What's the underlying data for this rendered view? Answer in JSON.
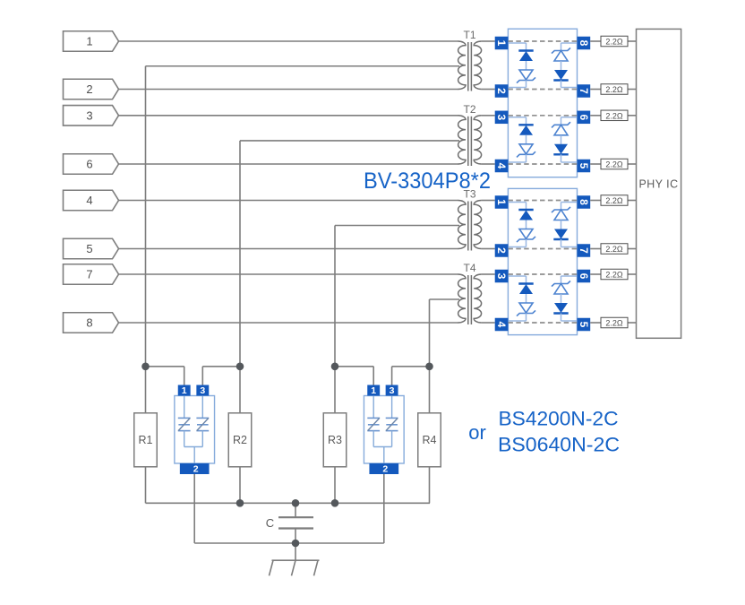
{
  "colors": {
    "accent_blue": "#1663c7",
    "pin_square_blue": "#1459bd",
    "light_blue": "#86abdc",
    "wire_gray": "#7d7d7d",
    "text_gray": "#565656"
  },
  "input_pins": [
    {
      "label": "1"
    },
    {
      "label": "2"
    },
    {
      "label": "3"
    },
    {
      "label": "6"
    },
    {
      "label": "4"
    },
    {
      "label": "5"
    },
    {
      "label": "7"
    },
    {
      "label": "8"
    }
  ],
  "transformers": [
    {
      "label": "T1"
    },
    {
      "label": "T2"
    },
    {
      "label": "T3"
    },
    {
      "label": "T4"
    }
  ],
  "tvs_array": {
    "part_number": "BV-3304P8*2",
    "left_pins": [
      "1",
      "2",
      "3",
      "4"
    ],
    "right_pins": [
      "8",
      "7",
      "6",
      "5"
    ]
  },
  "series_resistor_value": "2.2Ω",
  "phy_label": "PHY IC",
  "termination_resistors": [
    "R1",
    "R2",
    "R3",
    "R4"
  ],
  "capacitor_label": "C",
  "protection_device": {
    "or_label": "or",
    "part_numbers": [
      "BS4200N-2C",
      "BS0640N-2C"
    ],
    "top_pins": [
      "1",
      "3"
    ],
    "bottom_pin": "2"
  }
}
